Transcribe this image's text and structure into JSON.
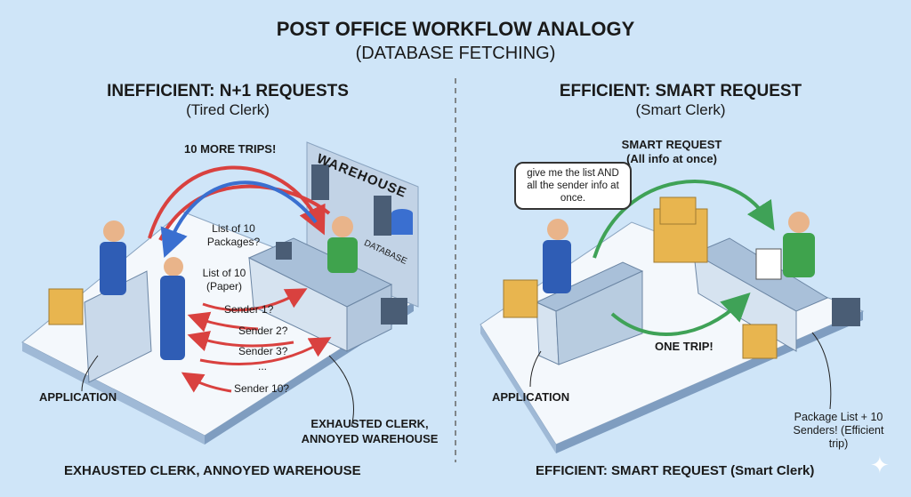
{
  "title": "POST OFFICE WORKFLOW ANALOGY",
  "subtitle": "(DATABASE FETCHING)",
  "left": {
    "heading": "INEFFICIENT: N+1 REQUESTS",
    "subheading": "(Tired Clerk)",
    "trips_label": "10 MORE TRIPS!",
    "warehouse_label": "WAREHOUSE",
    "database_label": "DATABASE",
    "request_list": "List of 10 Packages?",
    "paper_list": "List of 10 (Paper)",
    "senders": [
      "Sender 1?",
      "Sender 2?",
      "Sender 3?",
      "...",
      "Sender 10?"
    ],
    "application_label": "APPLICATION",
    "clerk_note": "EXHAUSTED CLERK, ANNOYED WAREHOUSE",
    "caption": "EXHAUSTED CLERK, ANNOYED WAREHOUSE",
    "colors": {
      "request_arrow": "#d9413f",
      "response_arrow": "#3a6fd0"
    }
  },
  "right": {
    "heading": "EFFICIENT: SMART REQUEST",
    "subheading": "(Smart Clerk)",
    "request_label": "SMART REQUEST",
    "request_sub": "(All info at once)",
    "speech": "give me the list AND all the sender info at once.",
    "trip_label": "ONE TRIP!",
    "application_label": "APPLICATION",
    "result_note": "Package List + 10 Senders! (Efficient trip)",
    "caption": "EFFICIENT: SMART REQUEST (Smart Clerk)",
    "colors": {
      "arrow": "#3fa257"
    }
  }
}
